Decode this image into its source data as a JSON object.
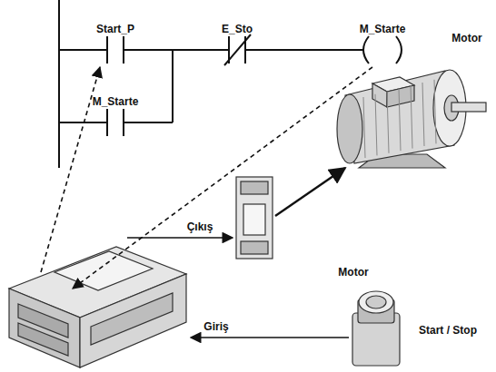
{
  "diagram": {
    "labels": [
      "Start_P",
      "E_Sto",
      "M_Starte",
      "M_Starte",
      "Motor",
      "Çıkış",
      "Motor",
      "Giriş",
      "Start / Stop"
    ]
  }
}
